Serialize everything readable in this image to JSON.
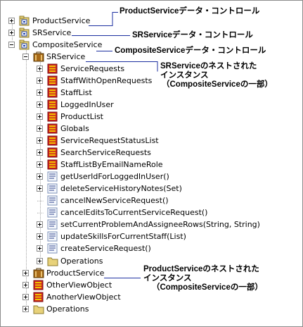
{
  "tree": {
    "items": [
      {
        "label": "ProductService",
        "icon": "datacontrol-icon",
        "level": 0,
        "toggle": "plus"
      },
      {
        "label": "SRService",
        "icon": "datacontrol-icon",
        "level": 0,
        "toggle": "plus"
      },
      {
        "label": "CompositeService",
        "icon": "datacontrol-icon",
        "level": 0,
        "toggle": "minus"
      },
      {
        "label": "SRService",
        "icon": "service-folder-icon",
        "level": 1,
        "toggle": "minus"
      },
      {
        "label": "ServiceRequests",
        "icon": "collection-icon",
        "level": 2,
        "toggle": "plus"
      },
      {
        "label": "StaffWithOpenRequests",
        "icon": "collection-icon",
        "level": 2,
        "toggle": "plus"
      },
      {
        "label": "StaffList",
        "icon": "collection-icon",
        "level": 2,
        "toggle": "plus"
      },
      {
        "label": "LoggedInUser",
        "icon": "collection-icon",
        "level": 2,
        "toggle": "plus"
      },
      {
        "label": "ProductList",
        "icon": "collection-icon",
        "level": 2,
        "toggle": "plus"
      },
      {
        "label": "Globals",
        "icon": "collection-icon",
        "level": 2,
        "toggle": "plus"
      },
      {
        "label": "ServiceRequestStatusList",
        "icon": "collection-icon",
        "level": 2,
        "toggle": "plus"
      },
      {
        "label": "SearchServiceRequests",
        "icon": "collection-icon",
        "level": 2,
        "toggle": "plus"
      },
      {
        "label": "StaffListByEmailNameRole",
        "icon": "collection-icon",
        "level": 2,
        "toggle": "plus"
      },
      {
        "label": "getUserIdForLoggedInUser()",
        "icon": "method-icon",
        "level": 2,
        "toggle": "plus"
      },
      {
        "label": "deleteServiceHistoryNotes(Set)",
        "icon": "method-icon",
        "level": 2,
        "toggle": "plus"
      },
      {
        "label": "cancelNewServiceRequest()",
        "icon": "method-icon",
        "level": 2,
        "toggle": "none"
      },
      {
        "label": "cancelEditsToCurrentServiceRequest()",
        "icon": "method-icon",
        "level": 2,
        "toggle": "none"
      },
      {
        "label": "setCurrentProblemAndAssigneeRows(String, String)",
        "icon": "method-icon",
        "level": 2,
        "toggle": "plus"
      },
      {
        "label": "updateSkillsForCurrentStaff(List)",
        "icon": "method-icon",
        "level": 2,
        "toggle": "plus"
      },
      {
        "label": "createServiceRequest()",
        "icon": "method-icon",
        "level": 2,
        "toggle": "plus"
      },
      {
        "label": "Operations",
        "icon": "folder-icon",
        "level": 2,
        "toggle": "plus"
      },
      {
        "label": "ProductService",
        "icon": "service-folder-icon",
        "level": 1,
        "toggle": "plus"
      },
      {
        "label": "OtherViewObject",
        "icon": "collection-icon",
        "level": 1,
        "toggle": "plus"
      },
      {
        "label": "AnotherViewObject",
        "icon": "collection-icon",
        "level": 1,
        "toggle": "plus"
      },
      {
        "label": "Operations",
        "icon": "folder-icon",
        "level": 1,
        "toggle": "plus"
      }
    ]
  },
  "annotations": {
    "product_service_dc": "ProductServiceデータ・コントロール",
    "sr_service_dc": "SRServiceデータ・コントロール",
    "composite_service_dc": "CompositeServiceデータ・コントロール",
    "sr_nested_line1": "SRServiceのネストされた",
    "sr_nested_line2": "インスタンス",
    "sr_nested_line3": "（CompositeServiceの一部）",
    "product_nested_line1": "ProductServiceのネストされた",
    "product_nested_line2": "インスタンス",
    "product_nested_line3": "（CompositeServiceの一部）"
  },
  "colors": {
    "callout_line": "#1c2fa0",
    "guide_line": "#a0a0a0",
    "collection_red": "#cc2222",
    "collection_yellow": "#f2c200",
    "folder_tan": "#e8d27a",
    "suitcase_brown": "#a86a18"
  }
}
